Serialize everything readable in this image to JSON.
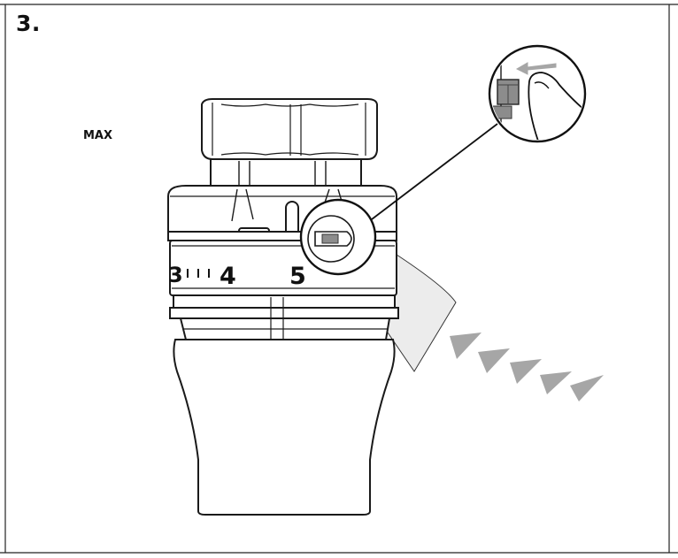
{
  "step_number": "3.",
  "labels": {
    "max": "MAX"
  },
  "scale": {
    "left_digit": "3",
    "mid_digit": "4",
    "right_digit": "5"
  },
  "colors": {
    "line": "#1a1a1a",
    "shade": "#e9e9e9",
    "arrow": "#a6a6a6",
    "tab": "#8c8c8c"
  },
  "icons": [
    "finger-press-icon",
    "direction-arrow-icon",
    "flow-arrowheads-icon"
  ]
}
